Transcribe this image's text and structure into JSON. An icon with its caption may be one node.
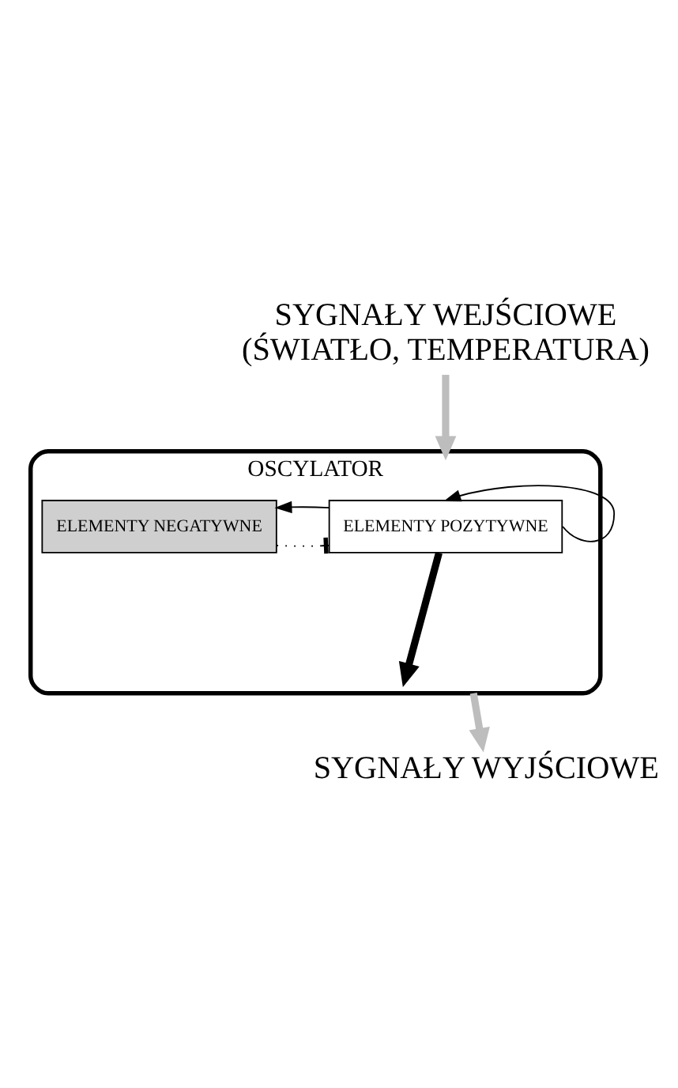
{
  "diagram": {
    "nodes": [
      {
        "text": [
          "SYGNAŁY WEJŚCIOWE",
          "(ŚWIATŁO, TEMPERATURA)"
        ]
      },
      {
        "text": [
          "OSCYLATOR"
        ]
      },
      {
        "text": [
          "ELEMENTY POZYTYWNE"
        ],
        "in": 1
      },
      {
        "text": [
          "ELEMENTY NEGATYWNE"
        ],
        "in": 1
      },
      {
        "text": [
          "SYGNAŁY WYJŚCIOWE"
        ]
      }
    ],
    "edges": [
      {
        "from": 0,
        "to": 1,
        "arrow": "to",
        "style": "thick",
        "color": "#bdbdbd"
      },
      {
        "from": 2,
        "to": 2,
        "arrow": "to"
      },
      {
        "from": 3,
        "to": 2,
        "arrow": "other",
        "style": "dashed"
      },
      {
        "from": 2,
        "to": 3,
        "arrow": "to"
      },
      {
        "from": 2,
        "to": null,
        "arrow": "to",
        "style": "thick"
      },
      {
        "from": 1,
        "to": 4,
        "arrow": "to",
        "style": "thick",
        "color": "#bdbdbd"
      }
    ]
  }
}
